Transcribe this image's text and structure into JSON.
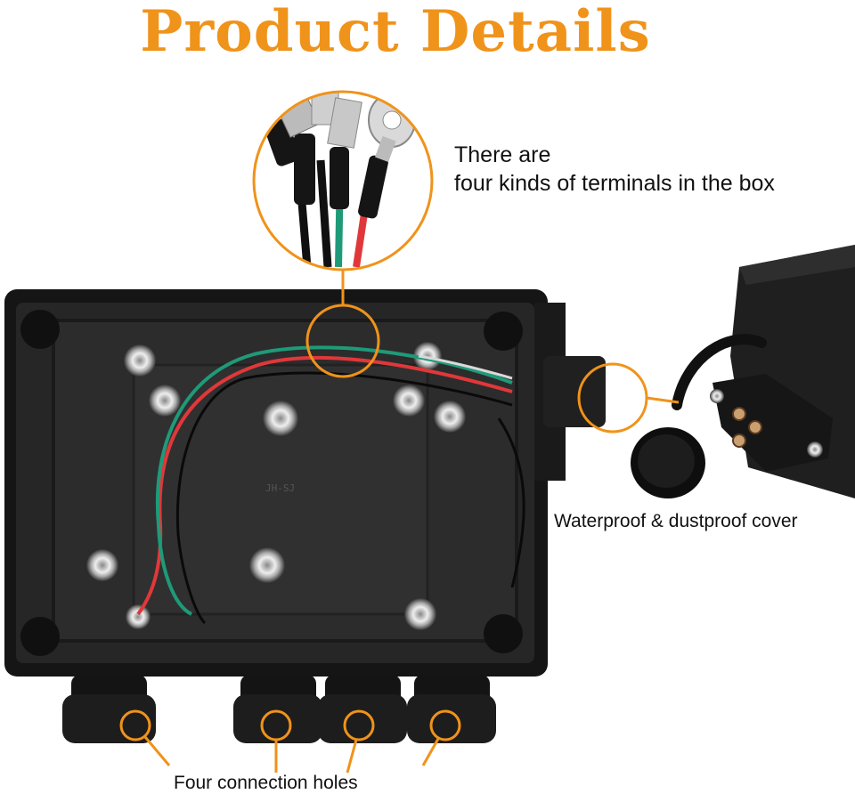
{
  "title": "Product Details",
  "callouts": {
    "terminals_line1": "There are",
    "terminals_line2": "four kinds of terminals in the box",
    "cover": "Waterproof & dustproof cover",
    "holes": "Four connection holes"
  },
  "box_marking": "JH-SJ",
  "colors": {
    "accent": "#f0931a",
    "box": "#1c1c1c",
    "wire_red": "#e0383a",
    "wire_green": "#1f9a78",
    "wire_black": "#111111"
  }
}
